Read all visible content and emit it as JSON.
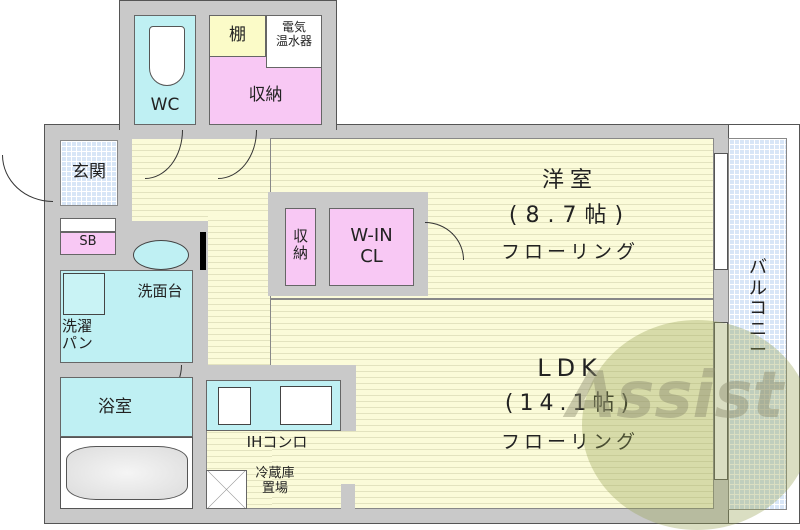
{
  "rooms": {
    "wc": "WC",
    "shelf": "棚",
    "water_heater": "電気\n温水器",
    "storage_top": "収納",
    "entrance": "玄関",
    "shoe_box": "SB",
    "washroom": "洗面台",
    "laundry_pan": "洗濯\nパン",
    "bath": "浴室",
    "western_room": {
      "name": "洋室",
      "size": "(8.7帖)",
      "floor": "フローリング"
    },
    "closet": "収\n納",
    "walk_in_closet": "W-IN\nCL",
    "ldk": {
      "name": "LDK",
      "size": "(14.1帖)",
      "floor": "フローリング"
    },
    "stove": "IHコンロ",
    "fridge": "冷蔵庫\n置場",
    "balcony": "バルコニー"
  },
  "watermark": "Assist",
  "colors": {
    "floor": "#fbfbd9",
    "wet_area": "#bff0f3",
    "storage": "#f8c8f4",
    "balcony": "#d8e6f7",
    "wall": "#c9c9c9"
  }
}
